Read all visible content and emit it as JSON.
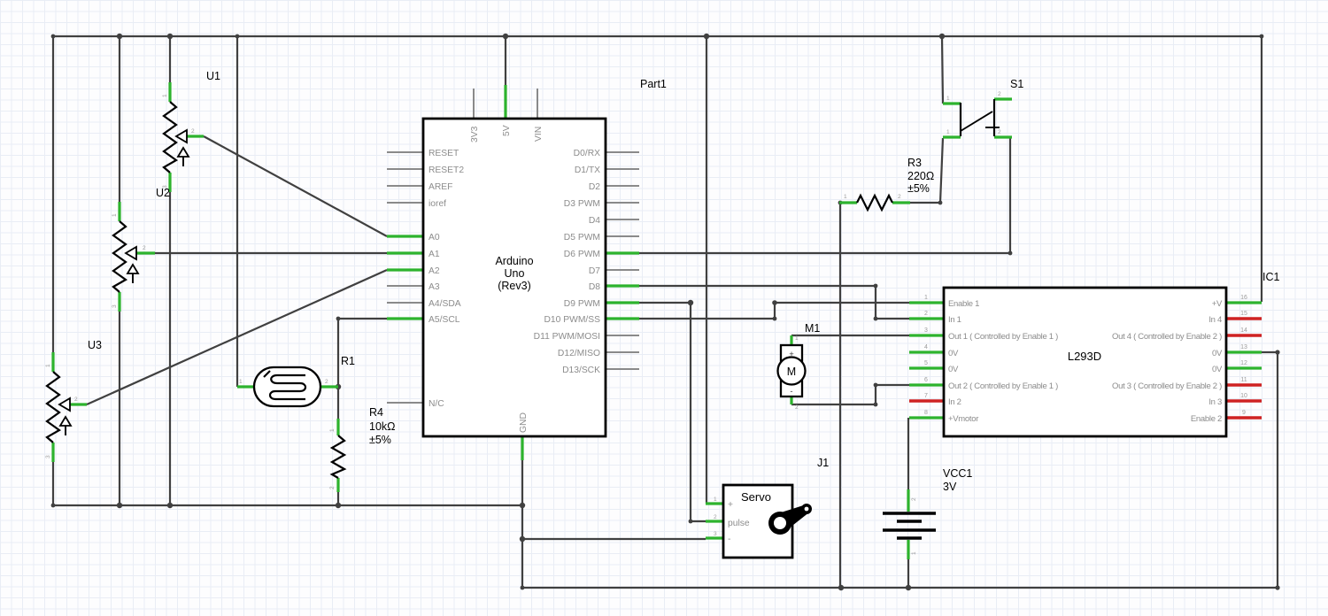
{
  "colors": {
    "wire": "#404040",
    "connected_pin": "#2db32d",
    "unrouted_pin": "#cf2222",
    "no_net_pin": "#8a8a8a",
    "pin_text": "#8c8c8c",
    "component_outline": "#000000",
    "grid": "#e9edf5",
    "background": "#fdfdfe"
  },
  "components": {
    "arduino": {
      "title_lines": [
        "Arduino",
        "Uno",
        "(Rev3)"
      ],
      "top_pins": [
        {
          "label": "3V3",
          "state": "none"
        },
        {
          "label": "5V",
          "state": "connected"
        },
        {
          "label": "VIN",
          "state": "none"
        }
      ],
      "bottom_pins": [
        {
          "label": "GND",
          "state": "connected"
        }
      ],
      "left_pins": [
        {
          "label": "RESET",
          "state": "none"
        },
        {
          "label": "RESET2",
          "state": "none"
        },
        {
          "label": "AREF",
          "state": "none"
        },
        {
          "label": "ioref",
          "state": "none"
        },
        {
          "label": "A0",
          "state": "connected"
        },
        {
          "label": "A1",
          "state": "connected"
        },
        {
          "label": "A2",
          "state": "connected"
        },
        {
          "label": "A3",
          "state": "none"
        },
        {
          "label": "A4/SDA",
          "state": "none"
        },
        {
          "label": "A5/SCL",
          "state": "connected"
        },
        {
          "label": "N/C",
          "state": "none"
        }
      ],
      "right_pins": [
        {
          "label": "D0/RX",
          "state": "none"
        },
        {
          "label": "D1/TX",
          "state": "none"
        },
        {
          "label": "D2",
          "state": "none"
        },
        {
          "label": "D3 PWM",
          "state": "none"
        },
        {
          "label": "D4",
          "state": "none"
        },
        {
          "label": "D5 PWM",
          "state": "none"
        },
        {
          "label": "D6 PWM",
          "state": "connected"
        },
        {
          "label": "D7",
          "state": "none"
        },
        {
          "label": "D8",
          "state": "connected"
        },
        {
          "label": "D9 PWM",
          "state": "connected"
        },
        {
          "label": "D10 PWM/SS",
          "state": "connected"
        },
        {
          "label": "D11 PWM/MOSI",
          "state": "none"
        },
        {
          "label": "D12/MISO",
          "state": "none"
        },
        {
          "label": "D13/SCK",
          "state": "none"
        }
      ]
    },
    "l293d": {
      "designator": "IC1",
      "title": "L293D",
      "left_pins": [
        {
          "num": "1",
          "label": "Enable 1",
          "state": "connected"
        },
        {
          "num": "2",
          "label": "In 1",
          "state": "connected"
        },
        {
          "num": "3",
          "label": "Out 1 ( Controlled by Enable 1 )",
          "state": "connected"
        },
        {
          "num": "4",
          "label": "0V",
          "state": "connected"
        },
        {
          "num": "5",
          "label": "0V",
          "state": "connected"
        },
        {
          "num": "6",
          "label": "Out 2 ( Controlled by Enable 1 )",
          "state": "connected"
        },
        {
          "num": "7",
          "label": "In 2",
          "state": "unrouted"
        },
        {
          "num": "8",
          "label": "+Vmotor",
          "state": "connected"
        }
      ],
      "right_pins": [
        {
          "num": "16",
          "label": "+V",
          "state": "connected"
        },
        {
          "num": "15",
          "label": "In 4",
          "state": "unrouted"
        },
        {
          "num": "14",
          "label": "Out 4 ( Controlled by Enable 2 )",
          "state": "unrouted"
        },
        {
          "num": "13",
          "label": "0V",
          "state": "connected"
        },
        {
          "num": "12",
          "label": "0V",
          "state": "connected"
        },
        {
          "num": "11",
          "label": "Out 3 ( Controlled by Enable 2 )",
          "state": "unrouted"
        },
        {
          "num": "10",
          "label": "In 3",
          "state": "unrouted"
        },
        {
          "num": "9",
          "label": "Enable 2",
          "state": "unrouted"
        }
      ]
    },
    "potentiometers": {
      "designators": [
        "U1",
        "U2",
        "U3"
      ],
      "pin_numbers": [
        "1",
        "2",
        "3"
      ]
    },
    "photoresistor": {
      "designator": "R1",
      "pin_numbers": [
        "1",
        "2"
      ]
    },
    "resistor_r3": {
      "designator": "R3",
      "value": "220Ω",
      "tolerance": "±5%",
      "pin_numbers": [
        "1",
        "2"
      ]
    },
    "resistor_r4": {
      "designator": "R4",
      "value": "10kΩ",
      "tolerance": "±5%",
      "pin_numbers": [
        "1",
        "2"
      ]
    },
    "switch": {
      "designator": "S1",
      "pin_numbers": [
        "1",
        "2",
        "1",
        "2"
      ]
    },
    "motor": {
      "designator": "M1",
      "symbol": "M",
      "terminals": [
        "+",
        "-"
      ],
      "pin_numbers": [
        "1",
        "2"
      ]
    },
    "servo": {
      "designator": "J1",
      "title": "Servo",
      "pins": [
        {
          "num": "1",
          "label": "+"
        },
        {
          "num": "2",
          "label": "pulse"
        },
        {
          "num": "3",
          "label": "-"
        }
      ]
    },
    "battery": {
      "designator": "VCC1",
      "voltage": "3V",
      "pin_numbers": [
        "2",
        "1"
      ]
    },
    "part1": {
      "designator": "Part1"
    }
  }
}
